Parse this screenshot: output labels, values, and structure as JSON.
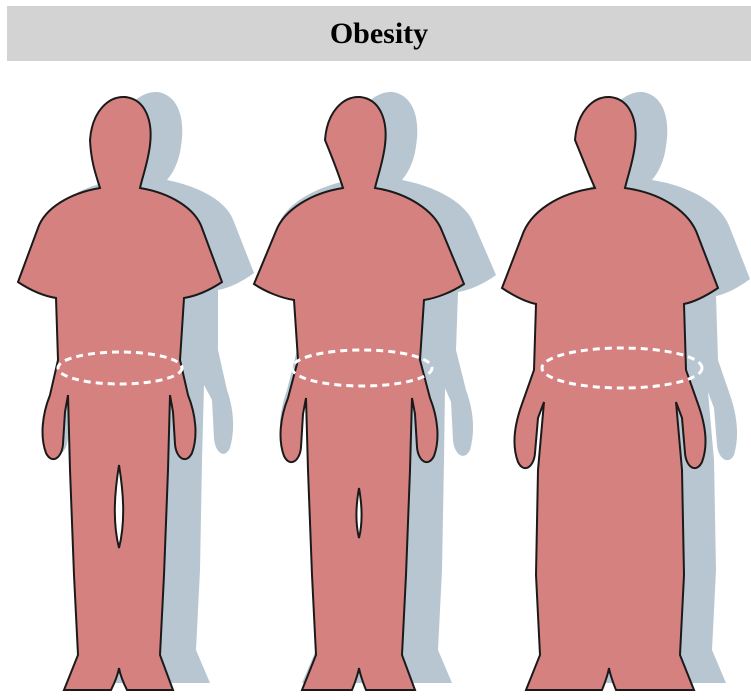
{
  "title": "Obesity",
  "colors": {
    "title_bar": "#d3d3d3",
    "body_fill": "#d4817f",
    "body_outline": "#1a1a1a",
    "shadow": "#b7c6d1",
    "waist_dashes": "#ffffff"
  },
  "figures": [
    {
      "name": "figure-slim",
      "waist_marked": true
    },
    {
      "name": "figure-overweight",
      "waist_marked": true
    },
    {
      "name": "figure-obese",
      "waist_marked": true
    }
  ]
}
